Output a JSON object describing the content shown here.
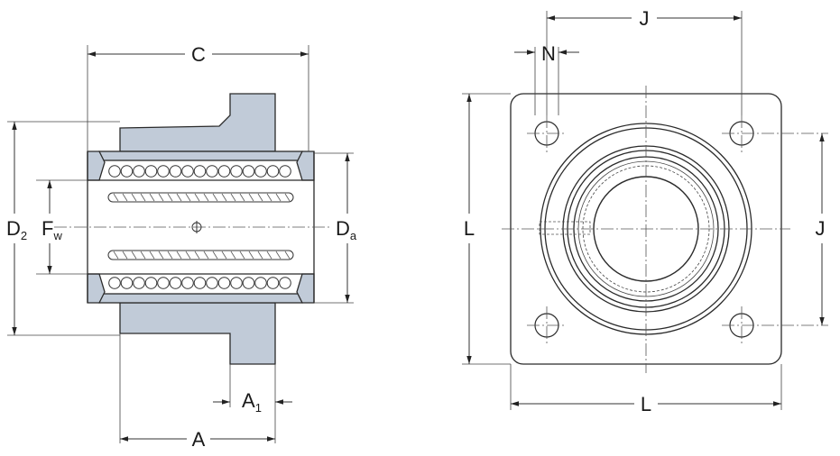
{
  "labels": {
    "C": "C",
    "D2_main": "D",
    "D2_sub": "2",
    "Fw_main": "F",
    "Fw_sub": "w",
    "Da_main": "D",
    "Da_sub": "a",
    "A1_main": "A",
    "A1_sub": "1",
    "A": "A",
    "J_top": "J",
    "N": "N",
    "L_left": "L",
    "J_right": "J",
    "L_bottom": "L"
  },
  "colors": {
    "housing_fill": "#c1cbd8",
    "line": "#2a2a2a"
  }
}
